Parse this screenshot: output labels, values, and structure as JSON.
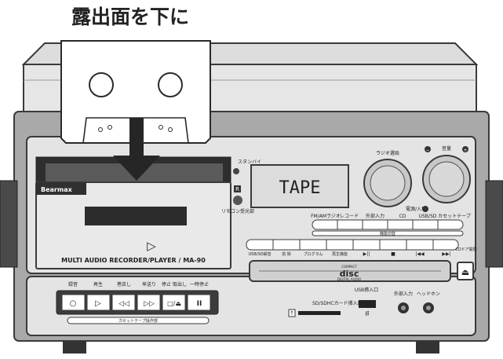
{
  "caption": "露出面を下に",
  "cassette_panel": {
    "brand": "Bearmax",
    "play_symbol": "▷",
    "model": "MULTI AUDIO RECORDER/PLAYER / MA-90"
  },
  "standby_label": "スタンバイ",
  "remote_label": "リモコン受光部",
  "remote_icon_letter": "R",
  "display_text": "TAPE",
  "dials": {
    "tuning_label": "ラジオ選局",
    "volume_label": "音量",
    "volume_minus": "−",
    "volume_plus": "+",
    "power_label": "電源/入切"
  },
  "function_buttons": [
    {
      "label": "FM/AMラジオ"
    },
    {
      "label": "レコード"
    },
    {
      "label": "外部入力"
    },
    {
      "label": "CD"
    },
    {
      "label": "USB/SD"
    },
    {
      "label": "カセットテープ"
    }
  ],
  "function_bar_label": "機能切替",
  "cd_controls": [
    {
      "label": "USB/SD録音"
    },
    {
      "label": "前 除"
    },
    {
      "label": "プログラム"
    },
    {
      "label": "再生機能"
    },
    {
      "label": "▶||"
    },
    {
      "label": "■"
    },
    {
      "label": "|◀◀"
    },
    {
      "label": "▶▶|"
    }
  ],
  "cd_logo": {
    "top": "COMPACT",
    "main": "disc",
    "bottom": "DIGITAL AUDIO"
  },
  "cd_door_label": "CDドア開閉",
  "eject_symbol": "⏏",
  "tape_labels": [
    "録音",
    "再生",
    "巻戻し",
    "早送り",
    "停止 取出し",
    "一時停止"
  ],
  "tape_buttons": [
    "○",
    "▷",
    "◁◁",
    "▷▷",
    "□/⏏",
    "II"
  ],
  "tape_bar_label": "カセットテープ操作部",
  "sd_label": "SD/SDHCカード挿入口",
  "sd_icon": "↑",
  "usb_label": "USB挿入口",
  "usb_icon": "⭿",
  "aux_label": "外部入力",
  "headphone_label": "ヘッドホン",
  "colors": {
    "body": "#a5a5a5",
    "panel": "#e2e2e2",
    "dark": "#3c3c3c",
    "arrow": "#2a2a2a"
  }
}
